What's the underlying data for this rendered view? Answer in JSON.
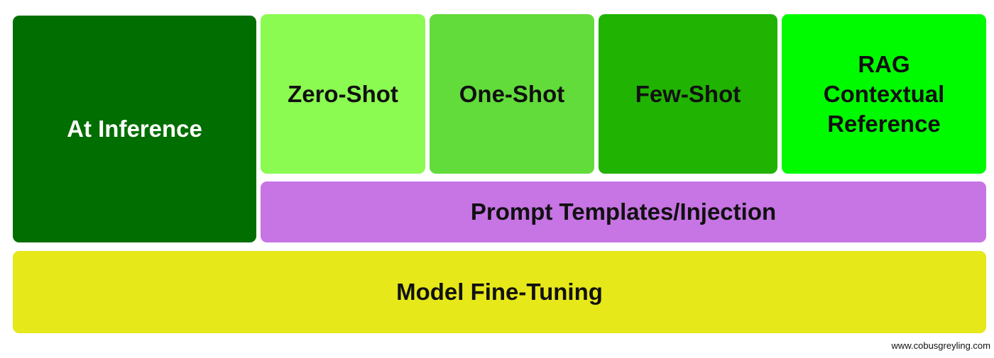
{
  "colors": {
    "at_inference": "#006e00",
    "zero_shot": "#8bfb52",
    "one_shot": "#62dc3a",
    "few_shot": "#20b302",
    "rag": "#00fb00",
    "prompt_templates": "#c774e4",
    "model_fine_tuning": "#e6e819"
  },
  "blocks": {
    "at_inference": "At Inference",
    "zero_shot": "Zero-Shot",
    "one_shot": "One-Shot",
    "few_shot": "Few-Shot",
    "rag_lines": [
      "RAG",
      "Contextual",
      "Reference"
    ],
    "prompt_templates": "Prompt Templates/Injection",
    "model_fine_tuning": "Model Fine-Tuning"
  },
  "credit": "www.cobusgreyling.com"
}
